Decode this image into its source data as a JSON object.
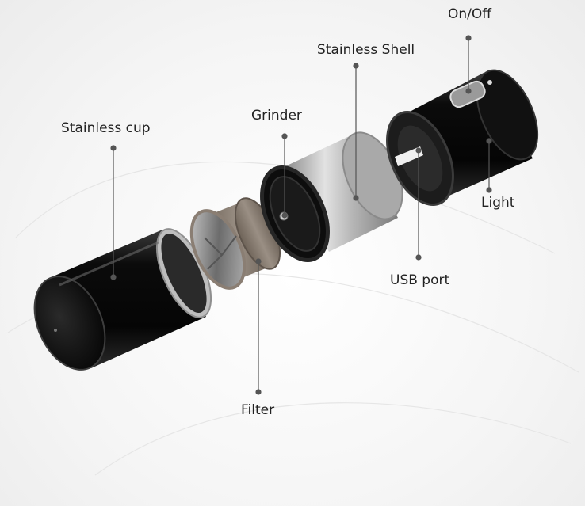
{
  "labels": {
    "on_off": "On/Off",
    "stainless_shell": "Stainless Shell",
    "grinder": "Grinder",
    "stainless_cup": "Stainless cup",
    "light": "Light",
    "usb_port": "USB port",
    "filter": "Filter"
  },
  "colors": {
    "leader_line": "#555555",
    "black_body": "#0a0a0a",
    "steel": "#bfbfbf",
    "filter_cap": "#8a7e73"
  }
}
